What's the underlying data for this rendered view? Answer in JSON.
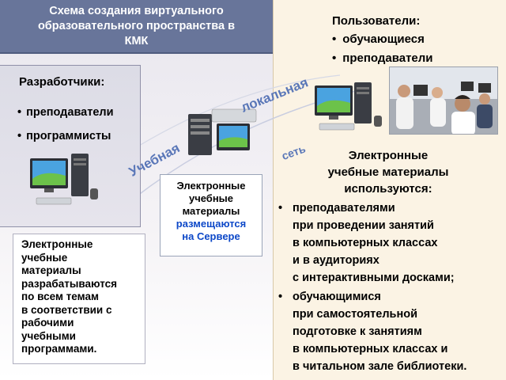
{
  "header": {
    "title": [
      "Схема создания виртуального",
      "образовательного пространства в",
      "КМК"
    ]
  },
  "developers": {
    "title": "Разработчики:",
    "items": [
      "преподаватели",
      "программисты"
    ]
  },
  "develop_note": [
    "Электронные",
    "учебные",
    "материалы",
    "разрабатываются",
    "по всем темам",
    "в соответствии с",
    "рабочими",
    "учебными",
    "программами."
  ],
  "server_note": {
    "lines": [
      "Электронные",
      "учебные",
      "материалы"
    ],
    "highlight": [
      "размещаются",
      "на Сервере"
    ]
  },
  "network": {
    "word1": "Учебная",
    "word2": "локальная",
    "word3": "сеть"
  },
  "users": {
    "title": "Пользователи:",
    "items": [
      "обучающиеся",
      "преподаватели"
    ]
  },
  "uses": {
    "title": [
      "Электронные",
      "учебные материалы",
      "используются:"
    ],
    "items": [
      [
        "преподавателями",
        "при проведении занятий",
        "в компьютерных классах",
        "и в аудиториях",
        "с интерактивными досками;"
      ],
      [
        "обучающимися",
        "при самостоятельной",
        "подготовке к занятиям",
        "в компьютерных классах и",
        "в читальном зале библиотеки."
      ]
    ]
  },
  "colors": {
    "title_bg": "#68759a",
    "highlight": "#0d48c8",
    "network_text": "#5a77b8",
    "right_bg": "#fbf3e4"
  },
  "icons": [
    "desktop-computer-icon",
    "server-icon",
    "classroom-photo"
  ]
}
